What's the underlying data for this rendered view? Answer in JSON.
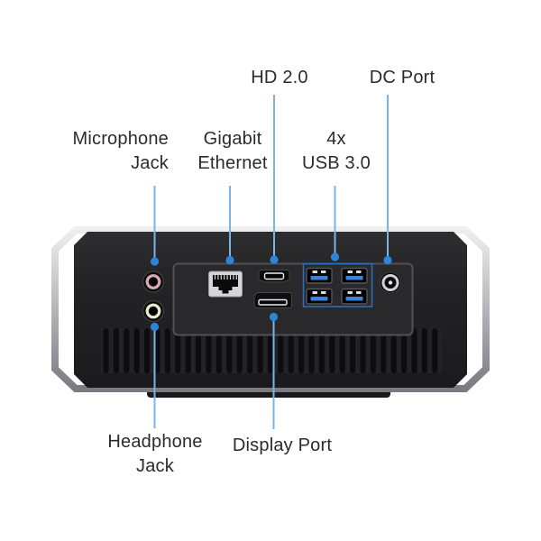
{
  "page": {
    "background_color": "#ffffff",
    "text_color": "#2b2b2d"
  },
  "callouts": {
    "line_color": "#7ab4e4",
    "dot_color": "#2b85da",
    "labels": {
      "hdmi": "HD 2.0",
      "dc_port": "DC Port",
      "microphone": {
        "line1": "Microphone",
        "line2": "Jack"
      },
      "gigabit_ethernet": {
        "line1": "Gigabit",
        "line2": "Ethernet"
      },
      "usb": {
        "line1": "4x",
        "line2": "USB 3.0"
      },
      "headphone": {
        "line1": "Headphone",
        "line2": "Jack"
      },
      "display_port": "Display Port"
    }
  },
  "device": {
    "type": "mini-pc-rear-view",
    "body_color": "#202022",
    "frame_color": "#b9b9be",
    "port_panel_color": "#29292b",
    "usb_accent_color": "#3c84d8",
    "usb_group_outline_color": "#2d6cbe",
    "mic_ring_color": "#d9a9b8",
    "headphone_ring_color": "#e9ecca"
  }
}
